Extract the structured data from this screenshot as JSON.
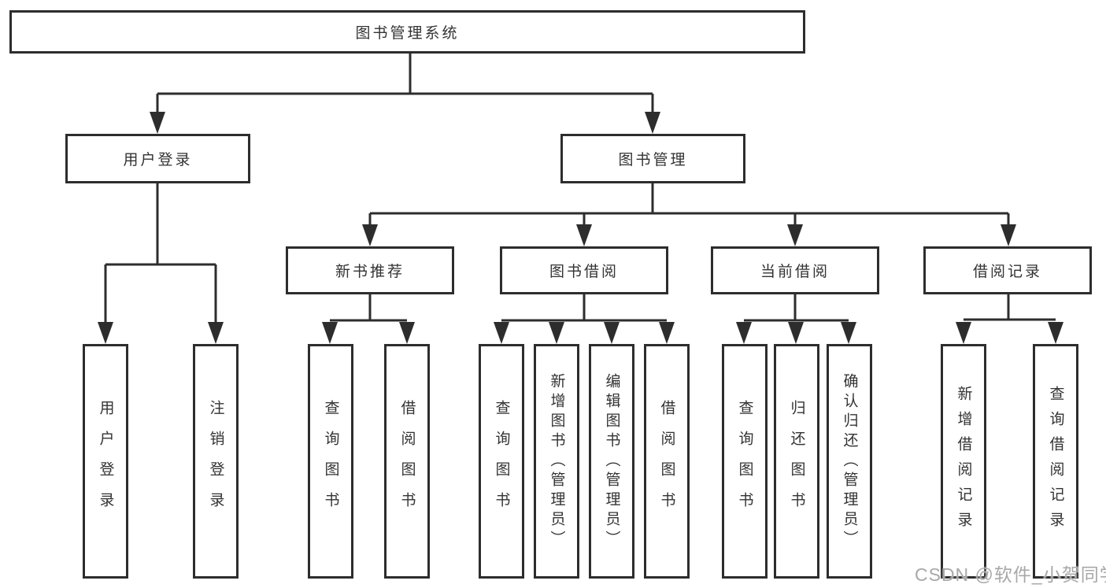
{
  "tree": {
    "label": "图书管理系统",
    "children": [
      {
        "label": "用户登录",
        "children": [
          {
            "label": "用户登录"
          },
          {
            "label": "注销登录"
          }
        ]
      },
      {
        "label": "图书管理",
        "children": [
          {
            "label": "新书推荐",
            "children": [
              {
                "label": "查询图书"
              },
              {
                "label": "借阅图书"
              }
            ]
          },
          {
            "label": "图书借阅",
            "children": [
              {
                "label": "查询图书"
              },
              {
                "label": "新增图书（管理员）"
              },
              {
                "label": "编辑图书（管理员）"
              },
              {
                "label": "借阅图书"
              }
            ]
          },
          {
            "label": "当前借阅",
            "children": [
              {
                "label": "查询图书"
              },
              {
                "label": "归还图书"
              },
              {
                "label": "确认归还（管理员）"
              }
            ]
          },
          {
            "label": "借阅记录",
            "children": [
              {
                "label": "新增借阅记录"
              },
              {
                "label": "查询借阅记录"
              }
            ]
          }
        ]
      }
    ]
  },
  "watermark": "CSDN @软件_小贺同学",
  "colors": {
    "line": "#2d2d2d",
    "text": "#333333",
    "watermark": "#a8a8a8",
    "background": "#ffffff"
  }
}
